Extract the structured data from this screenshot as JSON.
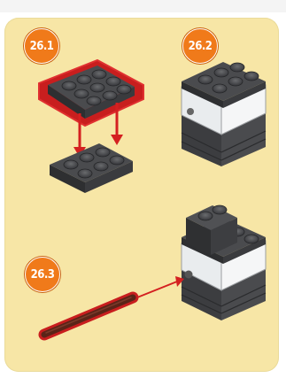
{
  "steps": [
    {
      "label": "26.1"
    },
    {
      "label": "26.2"
    },
    {
      "label": "26.3"
    }
  ],
  "colors": {
    "panel": "#f7e6a6",
    "badge": "#f07a1a",
    "highlight": "#d42020",
    "brick_dark": "#3f4042",
    "clear_brick": "#f2f2f2",
    "axle": "#5a2418"
  },
  "icons": [
    "lego-plate-2x4-icon",
    "lego-plate-2x3-icon",
    "lego-assembly-icon",
    "lego-axle-icon",
    "arrow-icon"
  ]
}
